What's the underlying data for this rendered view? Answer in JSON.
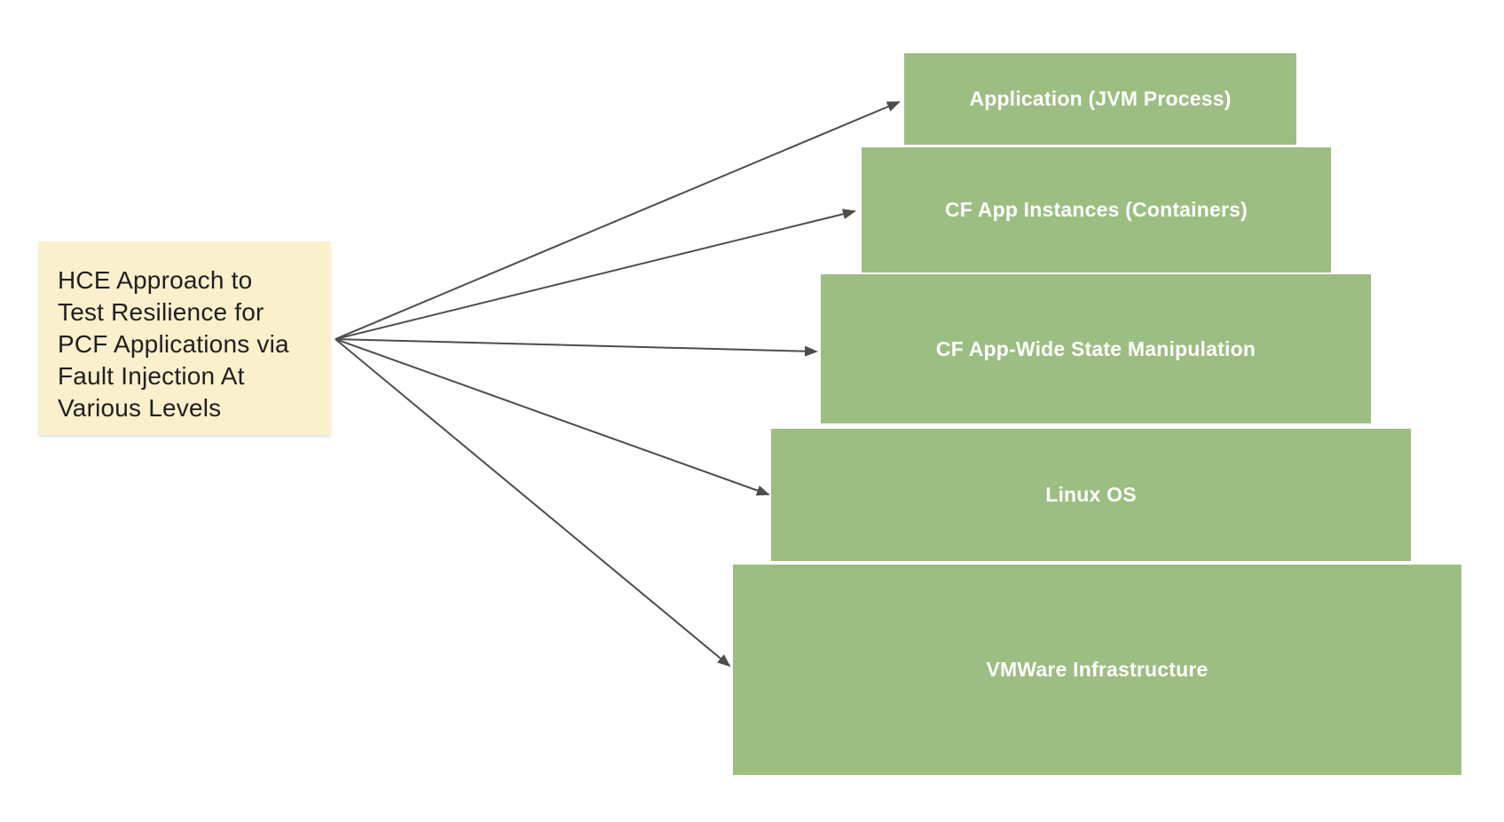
{
  "diagram": {
    "source": {
      "label": "HCE Approach to\nTest Resilience for\nPCF Applications via\nFault Injection At\nVarious Levels"
    },
    "levels": [
      {
        "label": "Application (JVM Process)"
      },
      {
        "label": "CF App Instances (Containers)"
      },
      {
        "label": "CF App-Wide State Manipulation"
      },
      {
        "label": "Linux OS"
      },
      {
        "label": "VMWare Infrastructure"
      }
    ],
    "connections": [
      {
        "from": "source",
        "to": "Application (JVM Process)"
      },
      {
        "from": "source",
        "to": "CF App Instances (Containers)"
      },
      {
        "from": "source",
        "to": "CF App-Wide State Manipulation"
      },
      {
        "from": "source",
        "to": "Linux OS"
      },
      {
        "from": "source",
        "to": "VMWare Infrastructure"
      }
    ]
  },
  "colors": {
    "level_fill": "#9CBE82",
    "level_text": "#ffffff",
    "source_fill": "#FAF0CC",
    "source_text": "#1f1f1f",
    "arrow": "#4d4d4d"
  }
}
